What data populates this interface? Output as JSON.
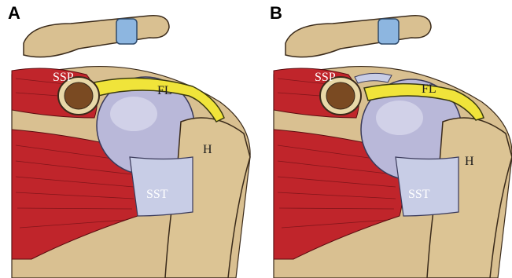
{
  "panels": [
    {
      "letter": "A",
      "labels": {
        "ssp": "SSP",
        "fl": "FL",
        "h": "H",
        "sst": "SST"
      }
    },
    {
      "letter": "B",
      "labels": {
        "ssp": "SSP",
        "fl": "FL",
        "h": "H",
        "sst": "SST"
      }
    }
  ],
  "colors": {
    "muscle": "#c0252b",
    "bone": "#d9c091",
    "cartilage": "#b9b8d9",
    "ligament": "#f0e43a",
    "tendon": "#c8cde6",
    "band": "#8db6e0",
    "marrow": "#7a4a22"
  }
}
